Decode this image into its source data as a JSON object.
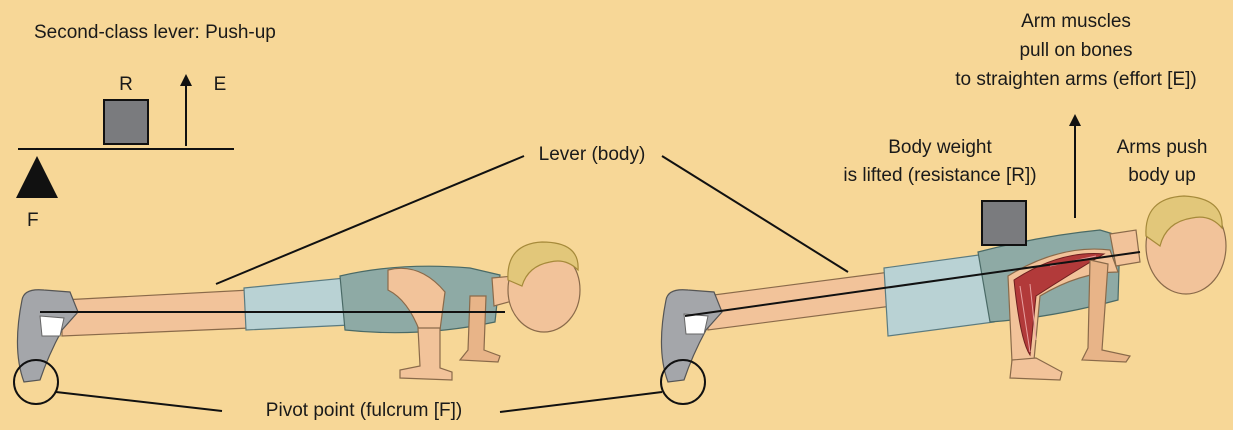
{
  "title": "Second-class lever: Push-up",
  "schematic": {
    "resistance_label": "R",
    "effort_label": "E",
    "fulcrum_label": "F"
  },
  "labels": {
    "lever": "Lever (body)",
    "pivot": "Pivot point  (fulcrum [F])",
    "body_weight_1": "Body weight",
    "body_weight_2": "is lifted (resistance [R])",
    "arm_muscles_1": "Arm muscles",
    "arm_muscles_2": "pull on bones",
    "arm_muscles_3": "to straighten arms (effort [E])",
    "arms_push_1": "Arms push",
    "arms_push_2": "body up"
  },
  "colors": {
    "background": "#f7d797",
    "box_fill": "#7a7b7e",
    "skin": "#f2c39a",
    "shirt": "#8eaaa5",
    "shorts": "#b9d2d4",
    "hair": "#e2c77a",
    "shoe": "#a4a6aa",
    "muscle": "#b23a3a"
  }
}
